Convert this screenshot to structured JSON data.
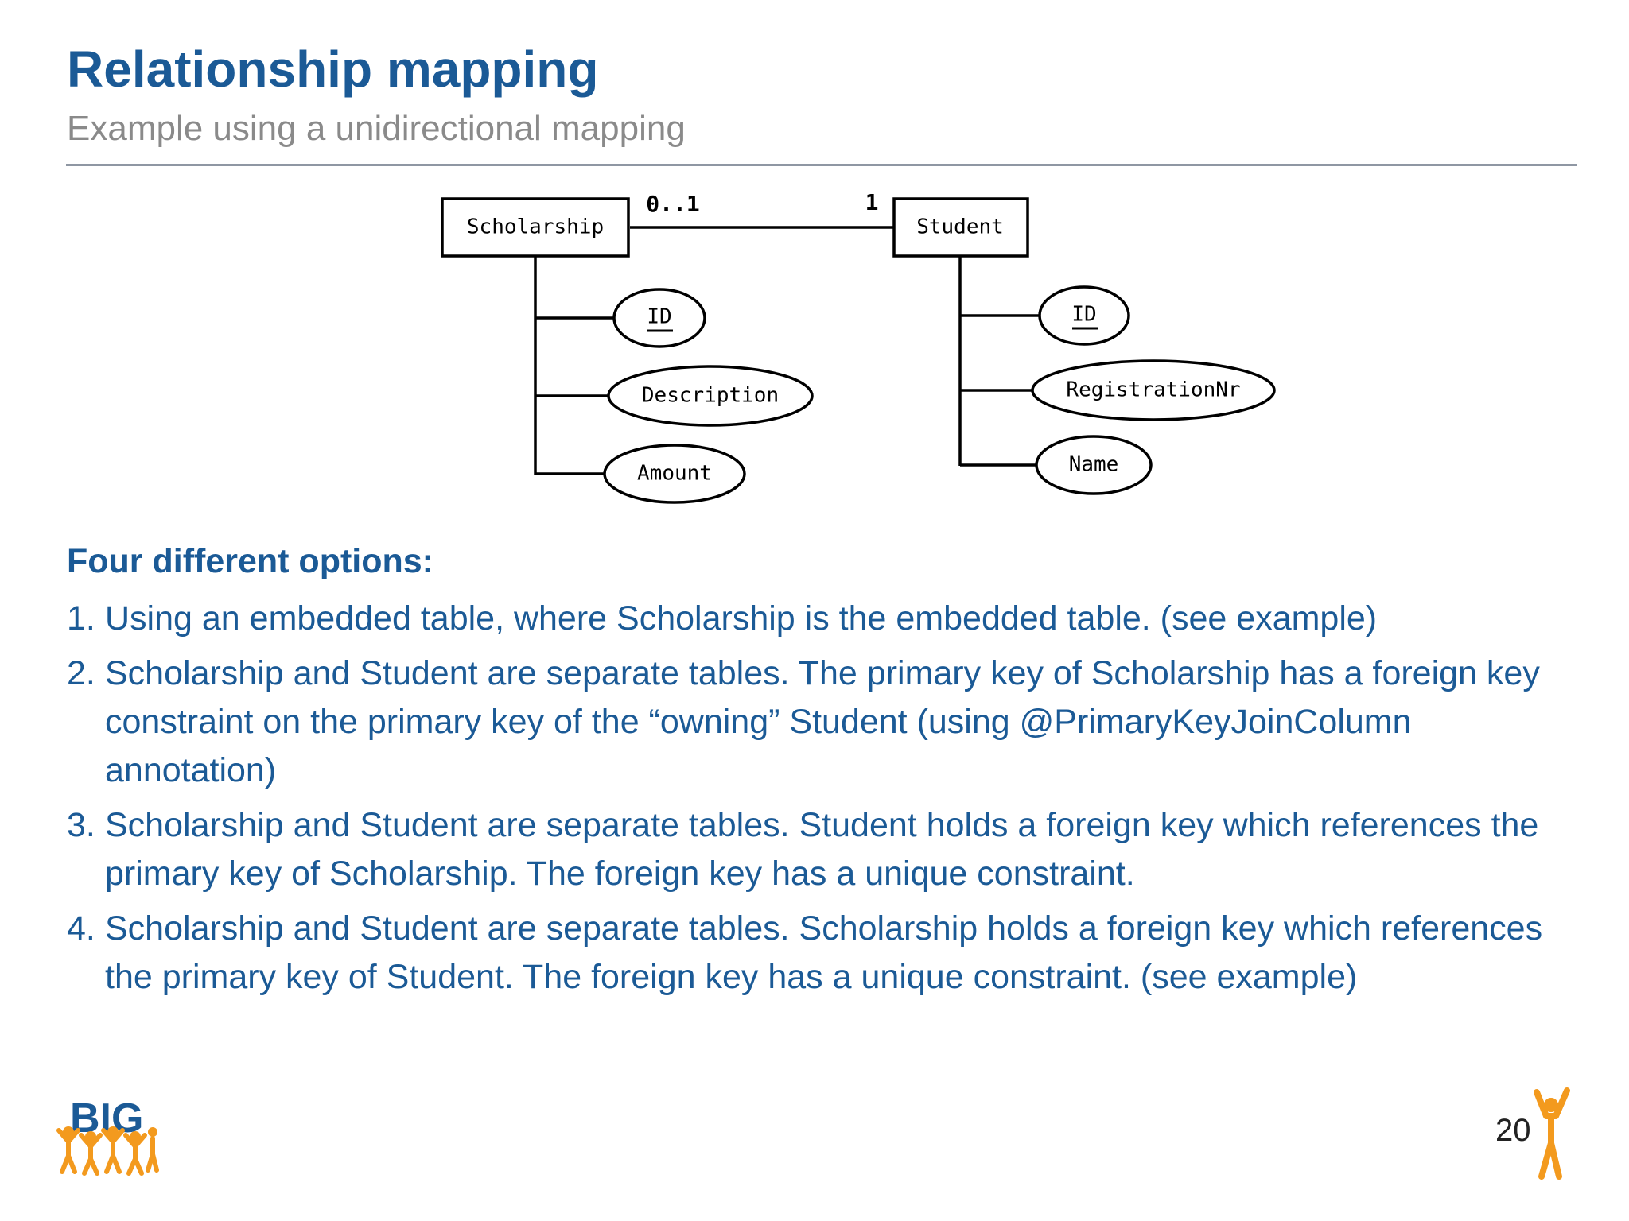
{
  "slide": {
    "title": "Relationship mapping",
    "subtitle": "Example using a unidirectional mapping",
    "page_number": "20",
    "logo_text": "BIG"
  },
  "diagram": {
    "entities": [
      {
        "name": "Scholarship",
        "attributes": [
          "ID",
          "Description",
          "Amount"
        ],
        "key_attribute": "ID"
      },
      {
        "name": "Student",
        "attributes": [
          "ID",
          "RegistrationNr",
          "Name"
        ],
        "key_attribute": "ID"
      }
    ],
    "relationship": {
      "left_multiplicity": "0..1",
      "right_multiplicity": "1"
    }
  },
  "options": {
    "heading": "Four different options:",
    "items": [
      {
        "number": "1.",
        "text": "Using an embedded table, where Scholarship is the embedded table. (see example)"
      },
      {
        "number": "2.",
        "text": "Scholarship and Student are separate tables. The primary key of Scholarship has a foreign key constraint on the primary key of the “owning” Student (using @PrimaryKeyJoinColumn annotation)"
      },
      {
        "number": "3.",
        "text": "Scholarship and Student are separate tables. Student holds a foreign key which references the primary key of Scholarship. The foreign key has a unique constraint."
      },
      {
        "number": "4.",
        "text": "Scholarship and Student are separate tables. Scholarship holds a foreign key which references the primary key of Student. The foreign key has a unique constraint. (see example)"
      }
    ]
  },
  "colors": {
    "title": "#1b5a96",
    "subtitle": "#8a8a8a",
    "body": "#1b5a96",
    "accent_orange": "#f39a1e"
  },
  "icons": [
    "big-logo-icon",
    "mascot-figure-icon"
  ]
}
